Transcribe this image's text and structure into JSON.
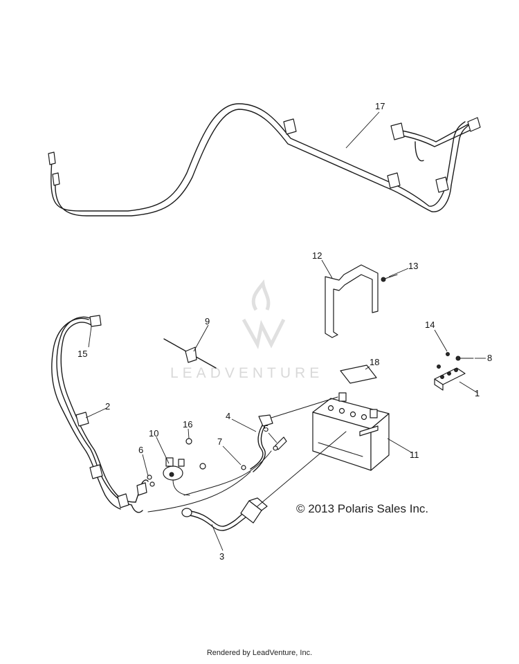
{
  "diagram": {
    "callouts": [
      "1",
      "2",
      "3",
      "4",
      "5",
      "6",
      "7",
      "8",
      "9",
      "10",
      "11",
      "12",
      "13",
      "14",
      "15",
      "16",
      "17",
      "18"
    ],
    "watermark": "LEADVENTURE",
    "copyright": "© 2013 Polaris Sales Inc.",
    "footer": "Rendered by LeadVenture, Inc."
  }
}
